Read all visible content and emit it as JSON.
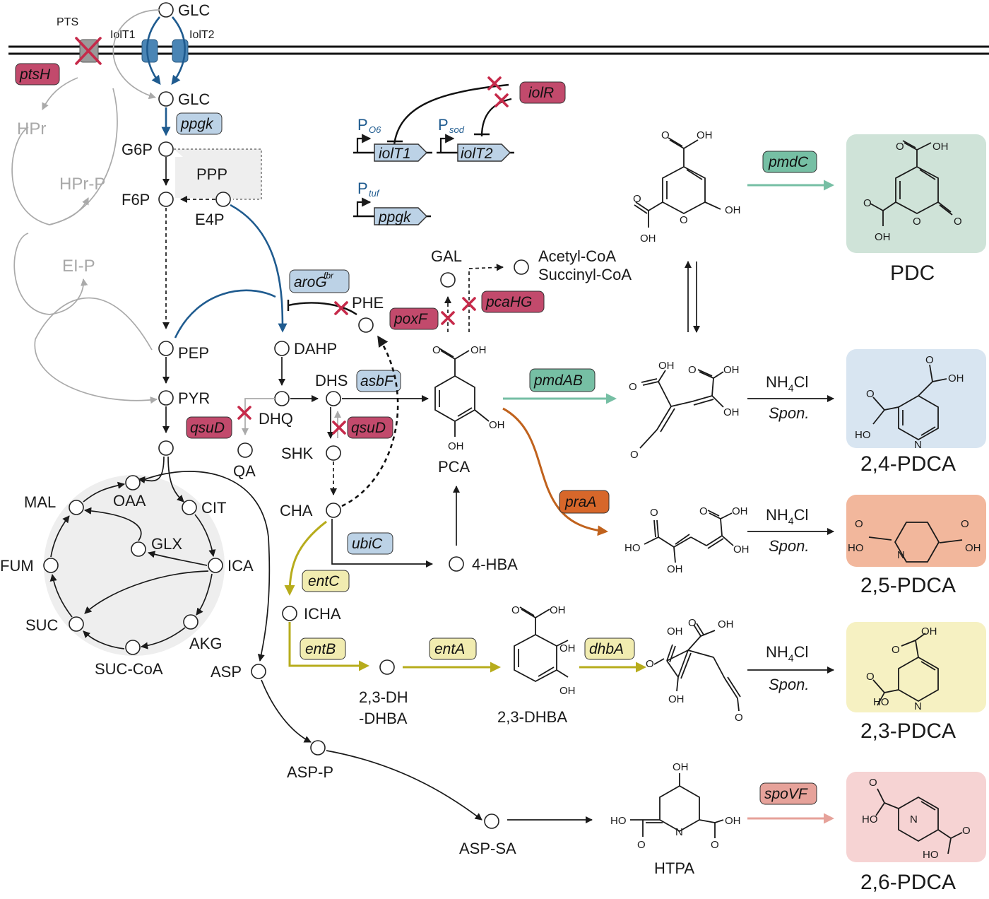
{
  "colors": {
    "membrane": "#111111",
    "blue": "#1f5b8f",
    "green": "#76bfa4",
    "orange": "#c0621d",
    "olive": "#b7ac1c",
    "salmon": "#e6a29a",
    "red_mark": "#c62a4a",
    "gray": "#aaaaaa"
  },
  "membrane": {
    "pts": "PTS",
    "iolT1": "IolT1",
    "iolT2": "IolT2"
  },
  "metabolites": {
    "glc_out": "GLC",
    "glc_in": "GLC",
    "g6p": "G6P",
    "f6p": "F6P",
    "e4p": "E4P",
    "ppp": "PPP",
    "pep": "PEP",
    "pyr": "PYR",
    "oaa": "OAA",
    "mal": "MAL",
    "cit": "CIT",
    "glx": "GLX",
    "ica": "ICA",
    "fum": "FUM",
    "suc": "SUC",
    "akg": "AKG",
    "succoa": "SUC-CoA",
    "asp": "ASP",
    "aspp": "ASP-P",
    "aspsa": "ASP-SA",
    "htpa": "HTPA",
    "dahp": "DAHP",
    "dhs": "DHS",
    "dhq": "DHQ",
    "qa": "QA",
    "shk": "SHK",
    "cha": "CHA",
    "phe": "PHE",
    "icha": "ICHA",
    "dhdhba_1": "2,3-DH",
    "dhdhba_2": "-DHBA",
    "dhba": "2,3-DHBA",
    "hba": "4-HBA",
    "pca": "PCA",
    "gal": "GAL",
    "acetylcoa": "Acetyl-CoA",
    "succinylcoa": "Succinyl-CoA"
  },
  "pts_system": {
    "hpr": "HPr",
    "hprp": "HPr-P",
    "eip": "EI-P"
  },
  "enzymes": {
    "ptsH": "ptsH",
    "ppgk": "ppgk",
    "aroG": "aroG",
    "aroG_sup": "fbr",
    "asbF": "asbF",
    "qsuD_1": "qsuD",
    "qsuD_2": "qsuD",
    "ubiC": "ubiC",
    "entC": "entC",
    "entB": "entB",
    "entA": "entA",
    "dhbA": "dhbA",
    "poxF": "poxF",
    "pcaHG": "pcaHG",
    "iolR": "iolR",
    "pmdC": "pmdC",
    "pmdAB": "pmdAB",
    "praA": "praA",
    "spoVF": "spoVF"
  },
  "genes": {
    "iolT1": "iolT1",
    "iolT2": "iolT2",
    "ppgk": "ppgk",
    "p_main": "P",
    "p_o6": "O6",
    "p_sod": "sod",
    "p_tuf": "tuf"
  },
  "reactions": {
    "nh4cl_1": "NH",
    "nh4cl_2": "Cl",
    "nh4cl_sub": "4",
    "spon": "Spon."
  },
  "chem_labels": {
    "oh": "OH",
    "o": "O",
    "n": "N",
    "ho": "HO"
  },
  "products": {
    "pdc": "PDC",
    "pdca24": "2,4-PDCA",
    "pdca25": "2,5-PDCA",
    "pdca23": "2,3-PDCA",
    "pdca26": "2,6-PDCA"
  },
  "product_colors": {
    "pdc": "#cfe3d8",
    "pdca24": "#d8e5f1",
    "pdca25": "#f2b79c",
    "pdca23": "#f6f1c2",
    "pdca26": "#f6d3d3"
  }
}
